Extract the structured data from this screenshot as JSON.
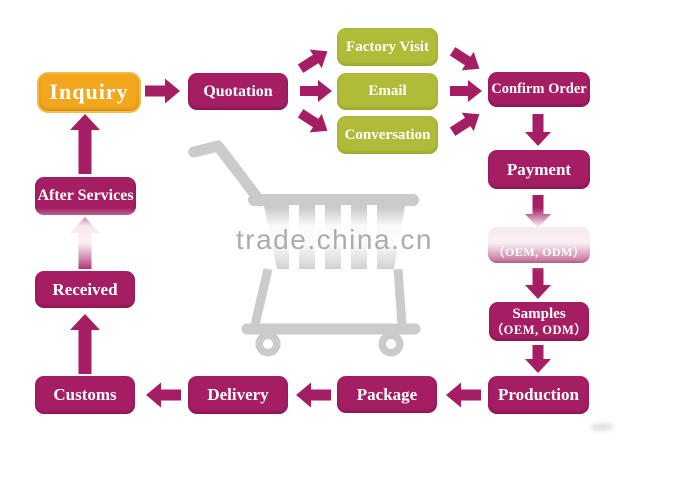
{
  "title": "Trade order process flowchart",
  "watermark": {
    "text": "trade.china.cn"
  },
  "colors": {
    "magenta": "#a51e63",
    "orange": "#f2a71f",
    "green": "#b0bc39",
    "cart_gray": "#cbcbcb",
    "watermark_gray": "#a8a8a8"
  },
  "nodes": {
    "inquiry": {
      "label": "Inquiry"
    },
    "quotation": {
      "label": "Quotation"
    },
    "factory_visit": {
      "label": "Factory Visit"
    },
    "email": {
      "label": "Email"
    },
    "conversation": {
      "label": "Conversation"
    },
    "confirm_order": {
      "label": "Confirm Order"
    },
    "payment": {
      "label": "Payment"
    },
    "obscured": {
      "label": "（OEM, ODM）"
    },
    "samples": {
      "line1": "Samples",
      "line2": "（OEM, ODM）"
    },
    "production": {
      "label": "Production"
    },
    "package": {
      "label": "Package"
    },
    "delivery": {
      "label": "Delivery"
    },
    "customs": {
      "label": "Customs"
    },
    "received": {
      "label": "Received"
    },
    "after_services": {
      "label": "After Services"
    }
  },
  "edges": [
    "Inquiry → Quotation",
    "Quotation → Factory Visit",
    "Quotation → Email",
    "Quotation → Conversation",
    "Factory Visit → Confirm Order",
    "Email → Confirm Order",
    "Conversation → Confirm Order",
    "Confirm Order → Payment",
    "Payment → （OEM, ODM）",
    "（OEM, ODM） → Samples（OEM, ODM）",
    "Samples（OEM, ODM） → Production",
    "Production → Package",
    "Package → Delivery",
    "Delivery → Customs",
    "Customs → Received",
    "Received → After Services",
    "After Services → Inquiry"
  ]
}
